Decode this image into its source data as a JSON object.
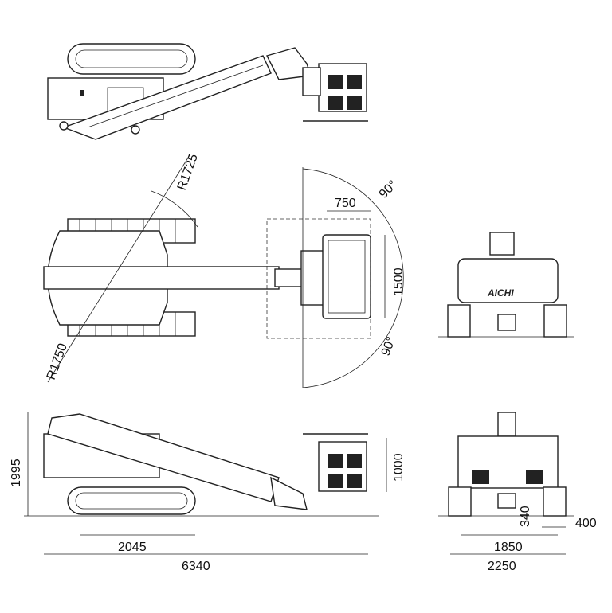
{
  "diagram": {
    "brand_logo": "AICHI",
    "plan_view": {
      "swing_radius_rear": "R1725",
      "swing_radius_front": "R1750",
      "platform_width": "750",
      "platform_length": "1500",
      "rotation_angle_top": "90°",
      "rotation_angle_bottom": "90°"
    },
    "side_view": {
      "overall_height": "1995",
      "platform_rail_height": "1000",
      "track_length": "2045",
      "overall_length": "6340"
    },
    "rear_view": {
      "ground_clearance": "340",
      "track_width": "400",
      "track_gauge": "1850",
      "overall_width": "2250"
    }
  }
}
